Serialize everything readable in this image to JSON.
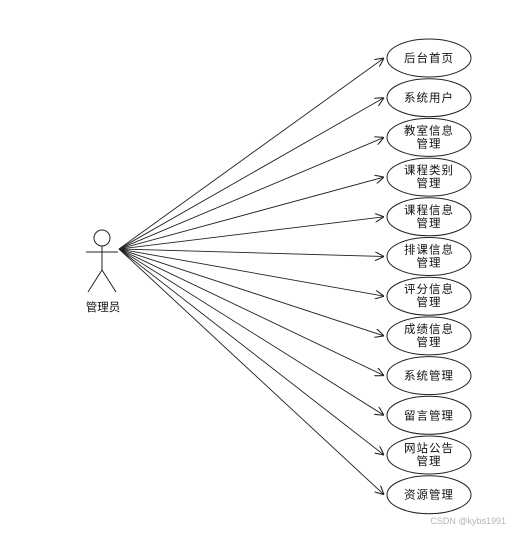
{
  "actor": {
    "label": "管理员"
  },
  "use_cases": [
    {
      "lines": [
        "后台首页"
      ]
    },
    {
      "lines": [
        "系统用户"
      ]
    },
    {
      "lines": [
        "教室信息",
        "管理"
      ]
    },
    {
      "lines": [
        "课程类别",
        "管理"
      ]
    },
    {
      "lines": [
        "课程信息",
        "管理"
      ]
    },
    {
      "lines": [
        "排课信息",
        "管理"
      ]
    },
    {
      "lines": [
        "评分信息",
        "管理"
      ]
    },
    {
      "lines": [
        "成绩信息",
        "管理"
      ]
    },
    {
      "lines": [
        "系统管理"
      ]
    },
    {
      "lines": [
        "留言管理"
      ]
    },
    {
      "lines": [
        "网站公告",
        "管理"
      ]
    },
    {
      "lines": [
        "资源管理"
      ]
    }
  ],
  "watermark": "CSDN @kybs1991"
}
